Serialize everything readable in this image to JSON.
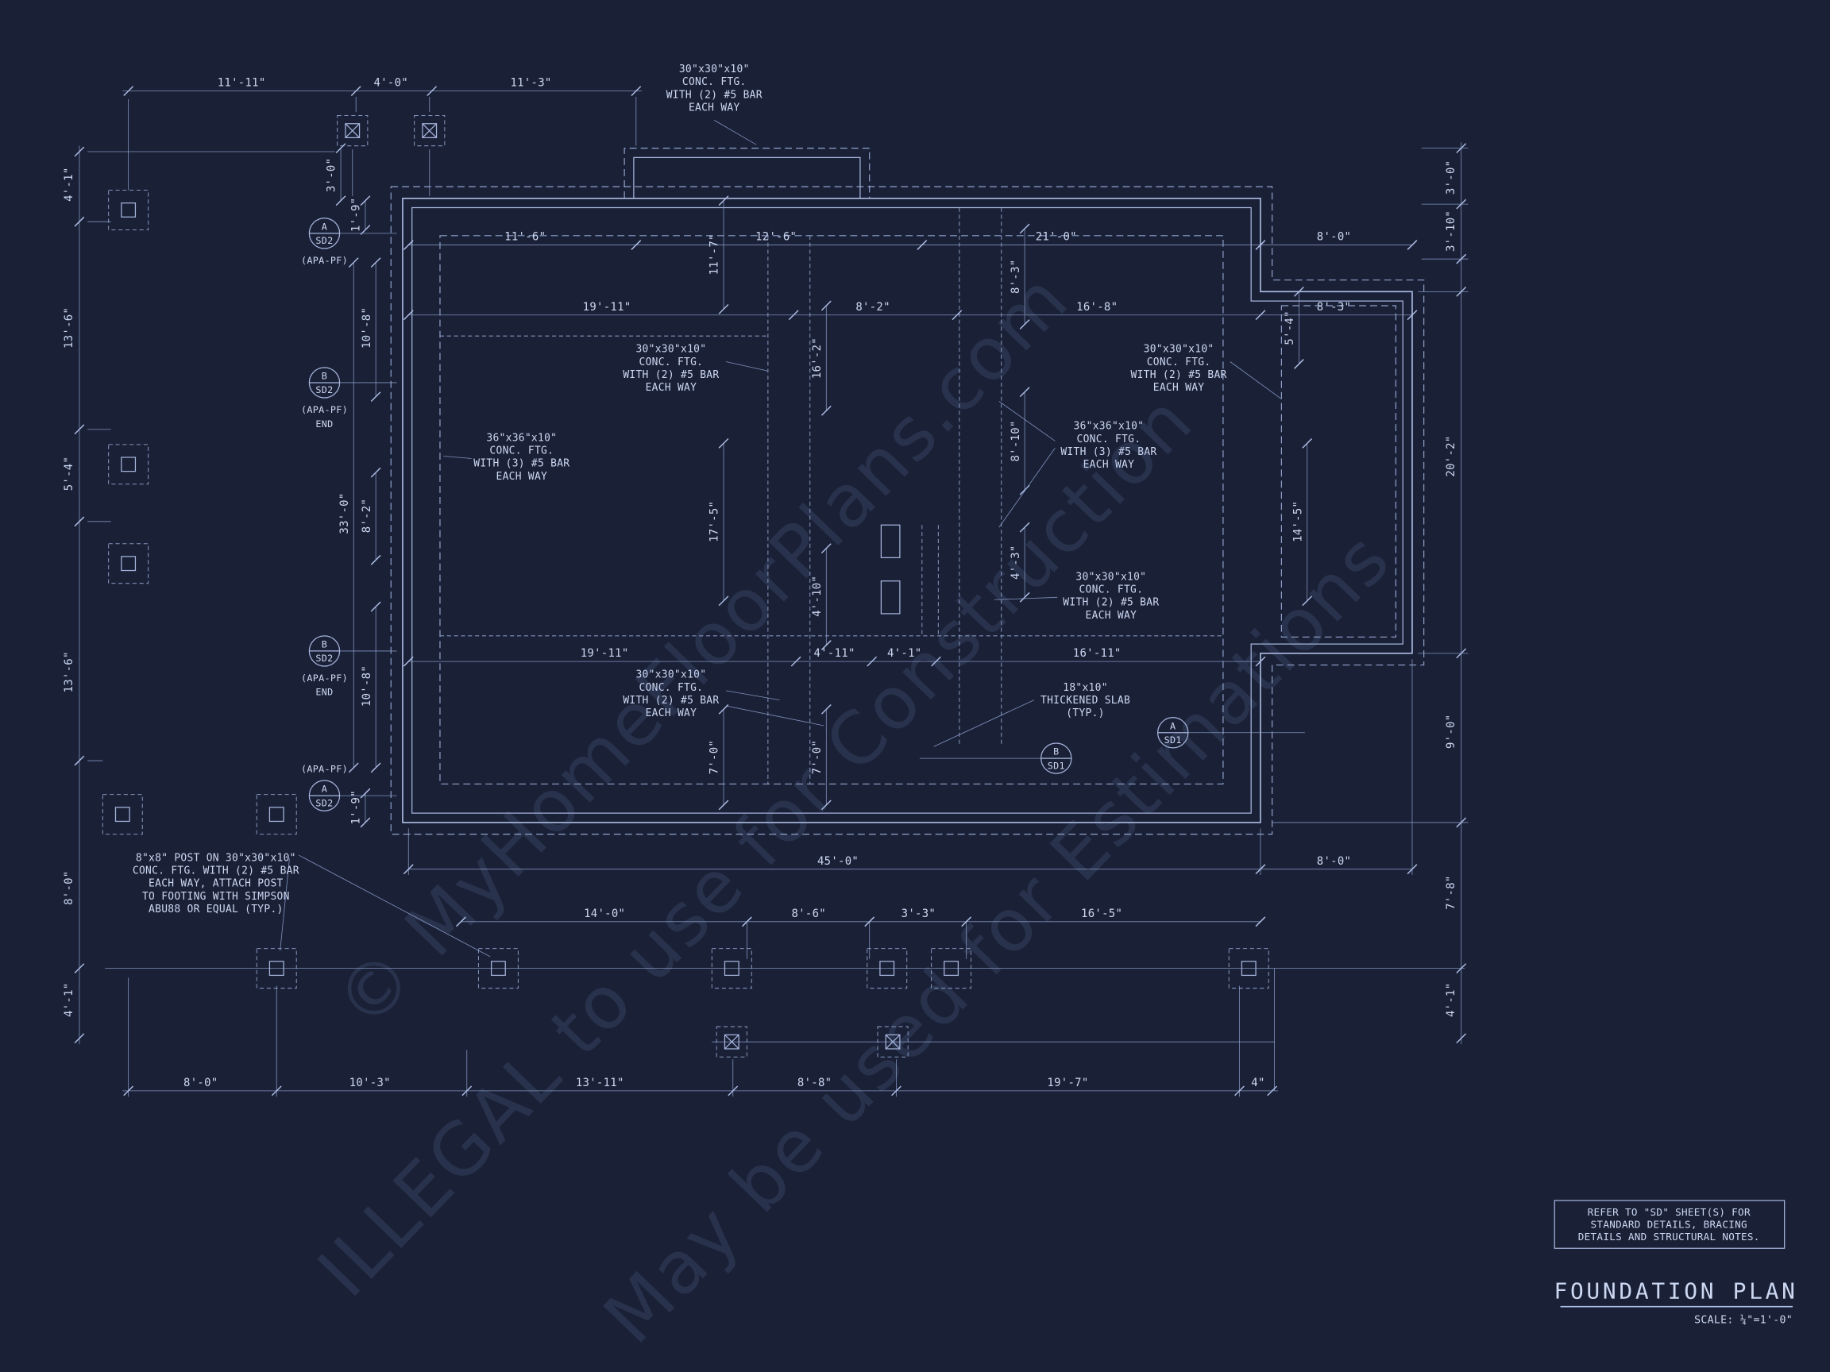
{
  "dims": {
    "d11_11": "11'-11\"",
    "d4_0": "4'-0\"",
    "d11_3": "11'-3\"",
    "d3_0": "3'-0\"",
    "d4_1": "4'-1\"",
    "d1_9": "1'-9\"",
    "d11_6": "11'-6\"",
    "d12_6": "12'-6\"",
    "d21_0": "21'-0\"",
    "d8_0": "8'-0\"",
    "d3_10": "3'-10\"",
    "d13_6": "13'-6\"",
    "d10_8": "10'-8\"",
    "d19_11": "19'-11\"",
    "d8_2": "8'-2\"",
    "d16_8": "16'-8\"",
    "d8_3": "8'-3\"",
    "d5_4": "5'-4\"",
    "d16_2": "16'-2\"",
    "d11_7": "11'-7\"",
    "d33_0": "33'-0\"",
    "d8_10": "8'-10\"",
    "d20_2": "20'-2\"",
    "d17_5": "17'-5\"",
    "d14_5": "14'-5\"",
    "d4_3": "4'-3\"",
    "d4_10": "4'-10\"",
    "d4_11": "4'-11\"",
    "d16_11": "16'-11\"",
    "d9_0": "9'-0\"",
    "d7_0": "7'-0\"",
    "d45_0": "45'-0\"",
    "d7_8": "7'-8\"",
    "d14_0": "14'-0\"",
    "d8_6": "8'-6\"",
    "d3_3": "3'-3\"",
    "d16_5": "16'-5\"",
    "d10_3": "10'-3\"",
    "d13_11": "13'-11\"",
    "d8_8": "8'-8\"",
    "d19_7": "19'-7\"",
    "d4in": "4\""
  },
  "notes": {
    "ftg30": [
      "30\"x30\"x10\"",
      "CONC. FTG.",
      "WITH (2) #5 BAR",
      "EACH WAY"
    ],
    "ftg36": [
      "36\"x36\"x10\"",
      "CONC. FTG.",
      "WITH (3) #5 BAR",
      "EACH WAY"
    ],
    "slab": [
      "18\"x10\"",
      "THICKENED SLAB",
      "(TYP.)"
    ],
    "post": [
      "8\"x8\" POST ON 30\"x30\"x10\"",
      "CONC. FTG. WITH (2) #5 BAR",
      "EACH WAY, ATTACH POST",
      "TO FOOTING WITH SIMPSON",
      "ABU88 OR EQUAL (TYP.)"
    ]
  },
  "callouts": {
    "a": "A",
    "b": "B",
    "sd1": "SD1",
    "sd2": "SD2",
    "apa": "(APA-PF)",
    "end": "END"
  },
  "titleblock": {
    "title": "FOUNDATION PLAN",
    "scale": "SCALE: ¼\"=1'-0\"",
    "note_l1": "REFER TO \"SD\" SHEET(S) FOR",
    "note_l2": "STANDARD DETAILS, BRACING",
    "note_l3": "DETAILS AND STRUCTURAL NOTES."
  },
  "watermark": {
    "l1": "© MyHomeFloorPlans.com",
    "l2": "ILLEGAL to use for Construction",
    "l3": "May be used for Estimations"
  }
}
